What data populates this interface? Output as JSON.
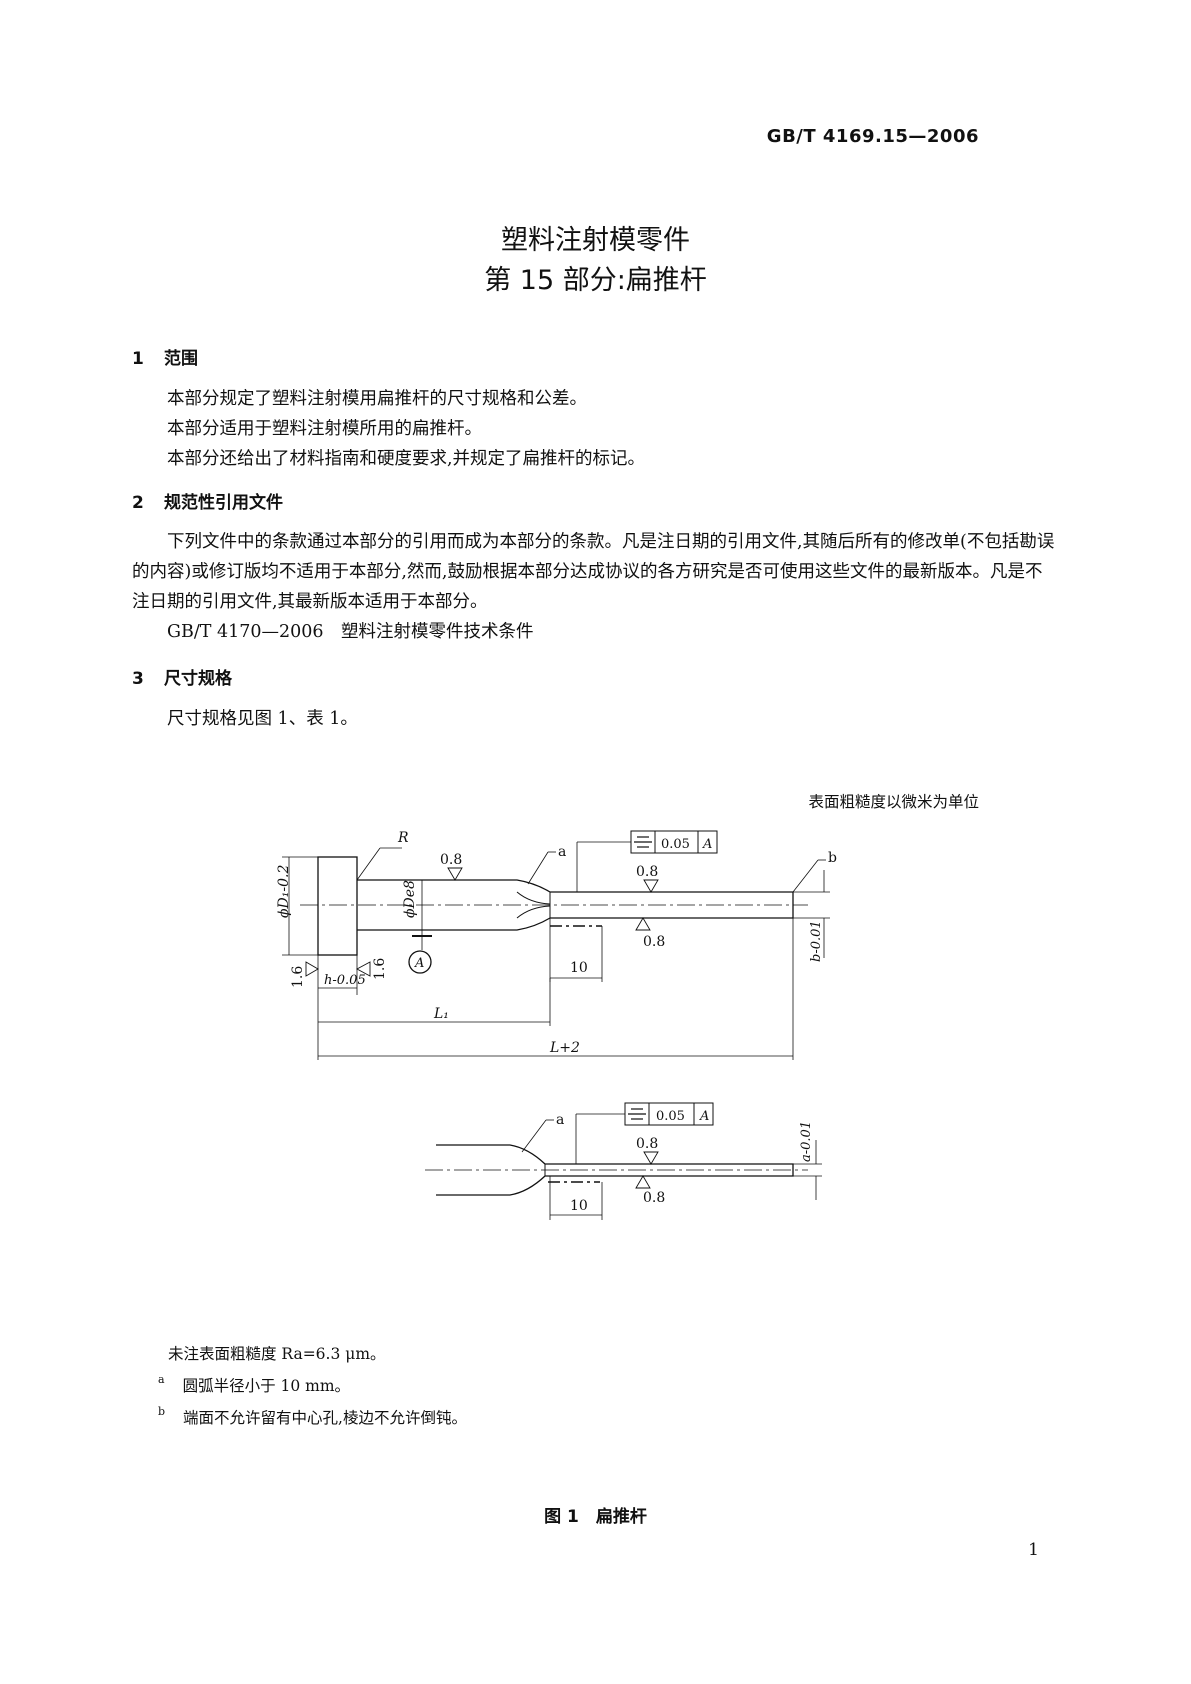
{
  "header": {
    "standard_code": "GB/T 4169.15—2006"
  },
  "title": {
    "line1": "塑料注射模零件",
    "line2": "第 15 部分:扁推杆"
  },
  "sections": [
    {
      "num": "1",
      "heading": "范围",
      "lines": [
        "本部分规定了塑料注射模用扁推杆的尺寸规格和公差。",
        "本部分适用于塑料注射模所用的扁推杆。",
        "本部分还给出了材料指南和硬度要求,并规定了扁推杆的标记。"
      ]
    },
    {
      "num": "2",
      "heading": "规范性引用文件",
      "paragraph": "下列文件中的条款通过本部分的引用而成为本部分的条款。凡是注日期的引用文件,其随后所有的修改单(不包括勘误的内容)或修订版均不适用于本部分,然而,鼓励根据本部分达成协议的各方研究是否可使用这些文件的最新版本。凡是不注日期的引用文件,其最新版本适用于本部分。",
      "reference": "GB/T 4170—2006　塑料注射模零件技术条件"
    },
    {
      "num": "3",
      "heading": "尺寸规格",
      "text": "尺寸规格见图 1、表 1。"
    }
  ],
  "unit_note": "表面粗糙度以微米为单位",
  "drawing": {
    "tolerance_value": "0.05",
    "datum": "A",
    "roughness": [
      "0.8",
      "1.6"
    ],
    "label_R": "R",
    "label_a": "a",
    "label_b": "b",
    "dim_D1": "ϕD₁-0.2",
    "dim_D": "ϕDe8",
    "dim_h": "h-0.05",
    "dim_b": "b-0.01",
    "dim_a": "a-0.01",
    "dim_10": "10",
    "dim_L1": "L₁",
    "dim_L": "L+2"
  },
  "notes": {
    "unmarked": "未注表面粗糙度 Ra=6.3 μm。",
    "footnotes": [
      {
        "mark": "a",
        "text": "圆弧半径小于 10 mm。"
      },
      {
        "mark": "b",
        "text": "端面不允许留有中心孔,棱边不允许倒钝。"
      }
    ]
  },
  "figure_caption": "图 1　扁推杆",
  "page_number": "1"
}
